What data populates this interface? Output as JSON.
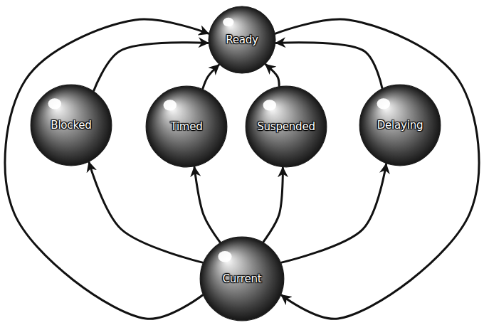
{
  "diagram": {
    "nodes": [
      {
        "text": [
          "Ready"
        ]
      },
      {
        "text": [
          "Blocked"
        ]
      },
      {
        "text": [
          "Timed"
        ]
      },
      {
        "text": [
          "Suspended"
        ]
      },
      {
        "text": [
          "Delaying"
        ]
      },
      {
        "text": [
          "Current"
        ]
      }
    ],
    "edges": [
      {
        "from": 5,
        "to": 0,
        "arrow": "to"
      },
      {
        "from": 0,
        "to": 5,
        "arrow": "to"
      },
      {
        "from": 5,
        "to": 1,
        "arrow": "to"
      },
      {
        "from": 1,
        "to": 0,
        "arrow": "to"
      },
      {
        "from": 5,
        "to": 2,
        "arrow": "to"
      },
      {
        "from": 2,
        "to": 0,
        "arrow": "to"
      },
      {
        "from": 5,
        "to": 3,
        "arrow": "to"
      },
      {
        "from": 3,
        "to": 0,
        "arrow": "to"
      },
      {
        "from": 5,
        "to": 4,
        "arrow": "to"
      },
      {
        "from": 4,
        "to": 0,
        "arrow": "to"
      }
    ]
  }
}
